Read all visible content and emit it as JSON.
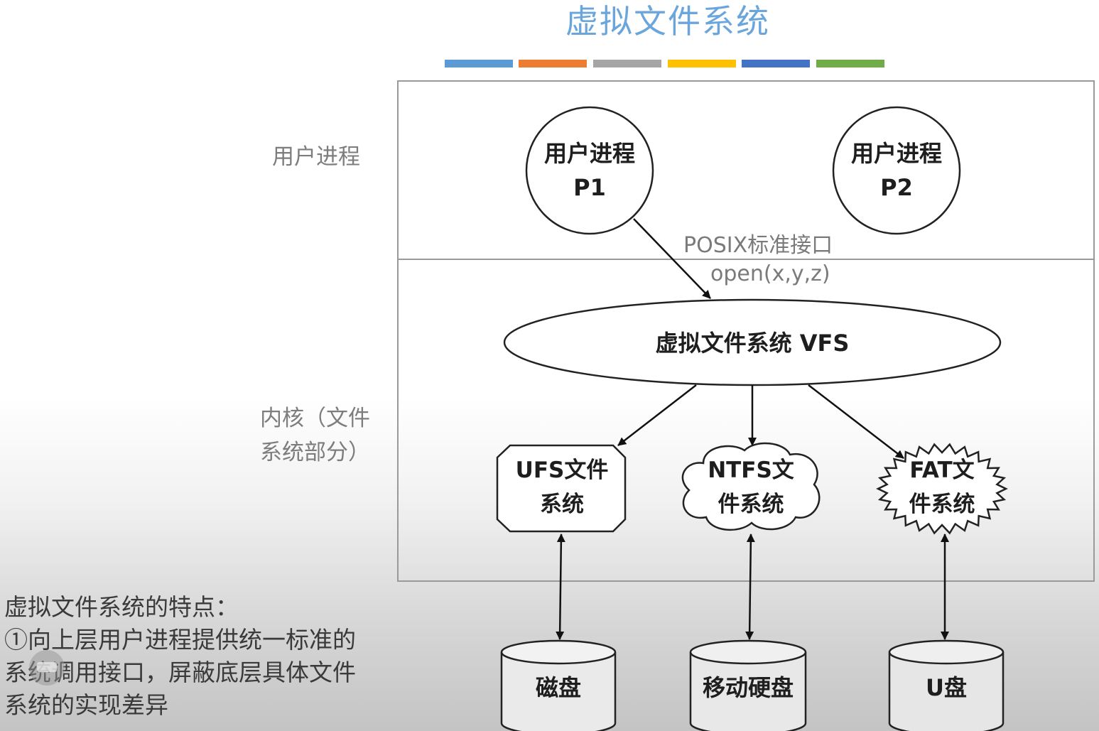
{
  "title": "虚拟文件系统",
  "color_bars": [
    "#5b9bd5",
    "#ed7d31",
    "#a5a5a5",
    "#ffc000",
    "#4472c4",
    "#70ad47"
  ],
  "layers": {
    "user": "用户进程",
    "kernel": "内核（文件系统部分）"
  },
  "processes": [
    {
      "label": "用户进程 P1"
    },
    {
      "label": "用户进程 P2"
    }
  ],
  "interface": {
    "label": "POSIX标准接口",
    "call": "open(x,y,z)"
  },
  "vfs": {
    "label": "虚拟文件系统 VFS"
  },
  "filesystems": [
    {
      "label": "UFS文件系统",
      "shape": "octagon"
    },
    {
      "label": "NTFS文件系统",
      "shape": "cloud"
    },
    {
      "label": "FAT文件系统",
      "shape": "starburst"
    }
  ],
  "devices": [
    {
      "label": "磁盘"
    },
    {
      "label": "移动硬盘"
    },
    {
      "label": "U盘"
    }
  ],
  "notes": {
    "heading": "虚拟文件系统的特点：",
    "lines": [
      "①向上层用户进程提供统一标准的",
      "系统调用接口，屏蔽底层具体文件",
      "系统的实现差异"
    ]
  }
}
